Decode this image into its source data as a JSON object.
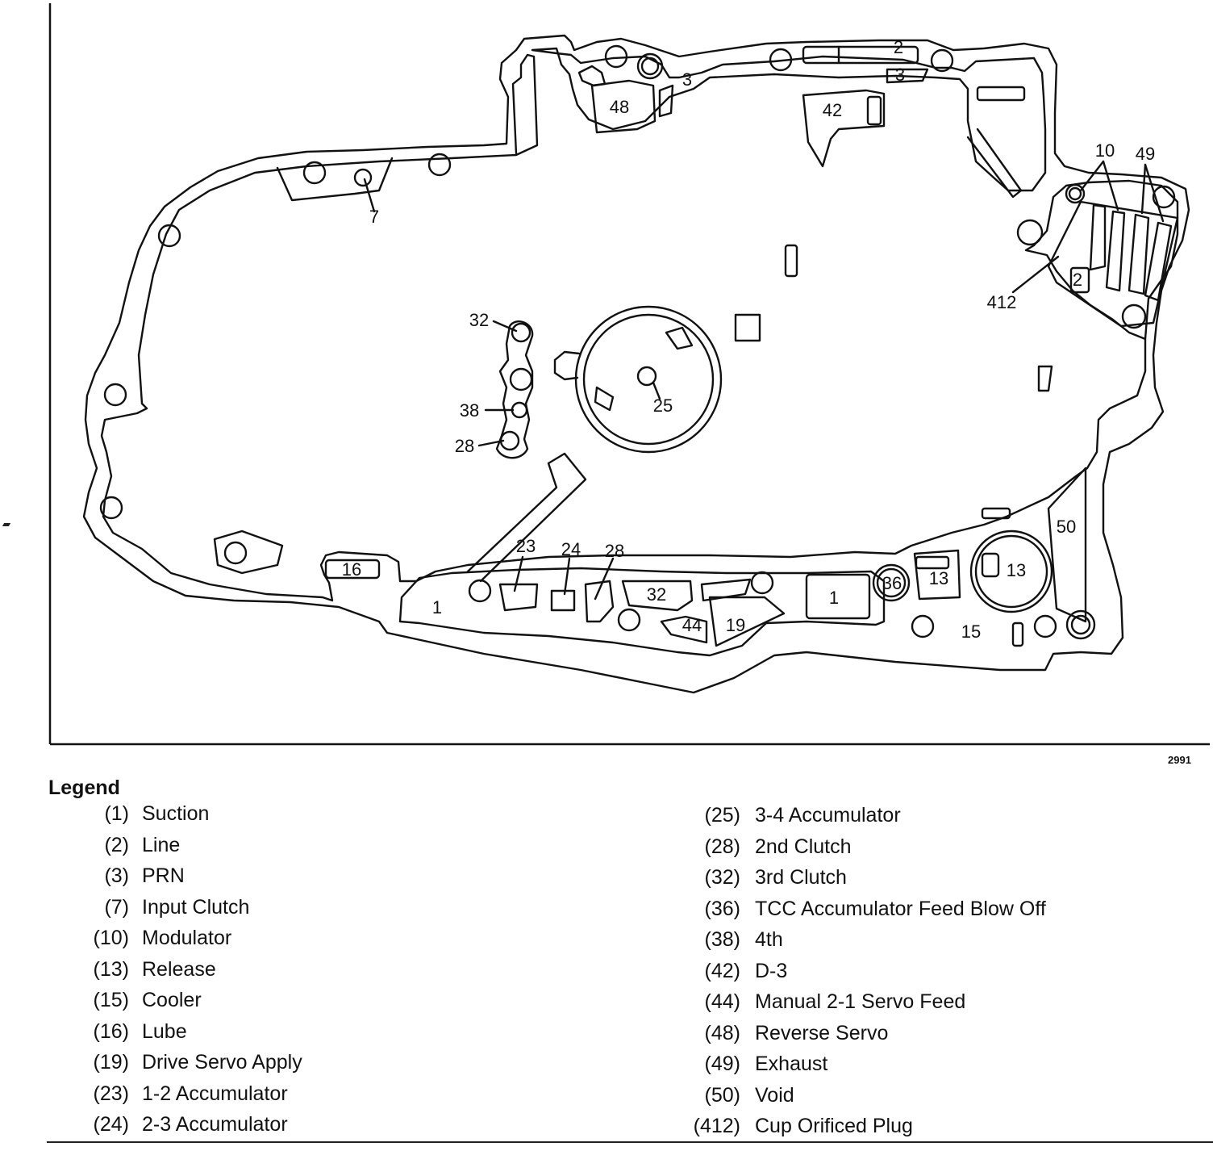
{
  "figure_id": "2991",
  "legend": {
    "title": "Legend",
    "left_column": [
      {
        "num": "(1)",
        "text": "Suction"
      },
      {
        "num": "(2)",
        "text": "Line"
      },
      {
        "num": "(3)",
        "text": "PRN"
      },
      {
        "num": "(7)",
        "text": "Input Clutch"
      },
      {
        "num": "(10)",
        "text": "Modulator"
      },
      {
        "num": "(13)",
        "text": "Release"
      },
      {
        "num": "(15)",
        "text": "Cooler"
      },
      {
        "num": "(16)",
        "text": "Lube"
      },
      {
        "num": "(19)",
        "text": "Drive Servo Apply"
      },
      {
        "num": "(23)",
        "text": "1-2 Accumulator"
      },
      {
        "num": "(24)",
        "text": "2-3 Accumulator"
      }
    ],
    "right_column": [
      {
        "num": "(25)",
        "text": "3-4 Accumulator"
      },
      {
        "num": "(28)",
        "text": "2nd Clutch"
      },
      {
        "num": "(32)",
        "text": "3rd Clutch"
      },
      {
        "num": "(36)",
        "text": "TCC Accumulator Feed Blow Off"
      },
      {
        "num": "(38)",
        "text": "4th"
      },
      {
        "num": "(42)",
        "text": "D-3"
      },
      {
        "num": "(44)",
        "text": "Manual 2-1 Servo Feed"
      },
      {
        "num": "(48)",
        "text": "Reverse Servo"
      },
      {
        "num": "(49)",
        "text": "Exhaust"
      },
      {
        "num": "(50)",
        "text": "Void"
      },
      {
        "num": "(412)",
        "text": "Cup Orificed Plug"
      }
    ]
  },
  "callouts": {
    "c1a": "1",
    "c1b": "1",
    "c2a": "2",
    "c2b": "2",
    "c3a": "3",
    "c3b": "3",
    "c7": "7",
    "c10": "10",
    "c13a": "13",
    "c13b": "13",
    "c15": "15",
    "c16": "16",
    "c19": "19",
    "c23": "23",
    "c24": "24",
    "c25": "25",
    "c28a": "28",
    "c28b": "28",
    "c32a": "32",
    "c32b": "32",
    "c36": "36",
    "c38": "38",
    "c42": "42",
    "c44": "44",
    "c48": "48",
    "c49": "49",
    "c50": "50",
    "c412": "412"
  }
}
